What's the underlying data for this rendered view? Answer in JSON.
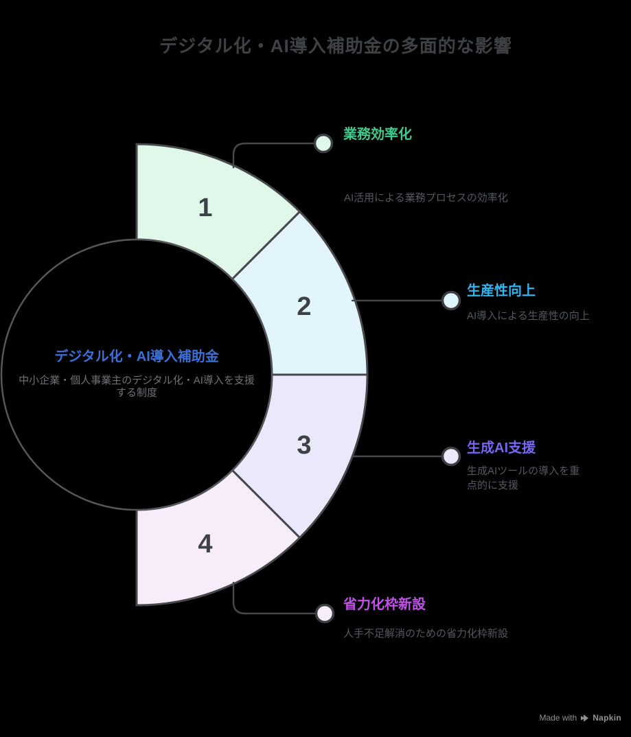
{
  "title": "デジタル化・AI導入補助金の多面的な影響",
  "center": {
    "title": "デジタル化・AI導入補助金",
    "description": "中小企業・個人事業主のデジタル化・AI導入を支援する制度",
    "title_color": "#3b70d8"
  },
  "segments": [
    {
      "number": "1",
      "label": "業務効率化",
      "description": "AI活用による業務プロセスの効率化",
      "fill": "#dff8ea",
      "label_color": "#3ecb8d"
    },
    {
      "number": "2",
      "label": "生産性向上",
      "description": "AI導入による生産性の向上",
      "fill": "#e2f4fc",
      "label_color": "#2fb5f0"
    },
    {
      "number": "3",
      "label": "生成AI支援",
      "description": "生成AIツールの導入を重点的に支援",
      "fill": "#eae9fc",
      "label_color": "#7766f2"
    },
    {
      "number": "4",
      "label": "省力化枠新設",
      "description": "人手不足解消のための省力化枠新設",
      "fill": "#f7ecfa",
      "label_color": "#c151e9"
    }
  ],
  "watermark": {
    "prefix": "Made with",
    "brand": "Napkin"
  },
  "colors": {
    "background": "#000000",
    "outline": "#47484c",
    "number_text": "#3d4247",
    "title_text": "#3e4246",
    "description_text": "#545860"
  }
}
